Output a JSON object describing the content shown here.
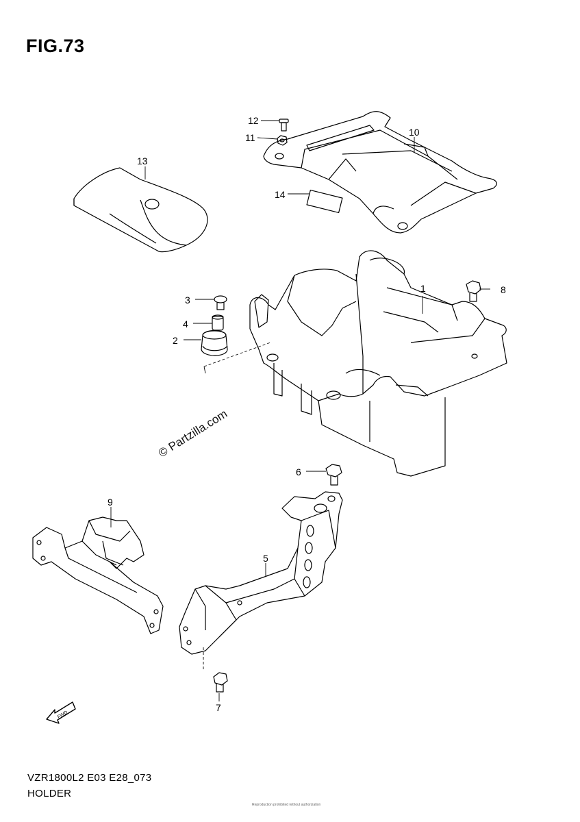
{
  "figure": {
    "title": "FIG.73",
    "model_code": "VZR1800L2 E03 E28_073",
    "section_name": "HOLDER",
    "watermark": "© Partzilla.com",
    "copyright_note": "Reproduction prohibited without authorization"
  },
  "callouts": [
    {
      "id": "1",
      "part": "holder"
    },
    {
      "id": "2",
      "part": "cushion"
    },
    {
      "id": "3",
      "part": "screw"
    },
    {
      "id": "4",
      "part": "spacer"
    },
    {
      "id": "5",
      "part": "bracket"
    },
    {
      "id": "6",
      "part": "bolt"
    },
    {
      "id": "7",
      "part": "bolt"
    },
    {
      "id": "8",
      "part": "bolt"
    },
    {
      "id": "9",
      "part": "bracket"
    },
    {
      "id": "10",
      "part": "plate"
    },
    {
      "id": "11",
      "part": "nut"
    },
    {
      "id": "12",
      "part": "screw"
    },
    {
      "id": "13",
      "part": "cover"
    },
    {
      "id": "14",
      "part": "pad"
    }
  ],
  "front_arrow_label": "FWD",
  "colors": {
    "line": "#000000",
    "background": "#ffffff"
  }
}
